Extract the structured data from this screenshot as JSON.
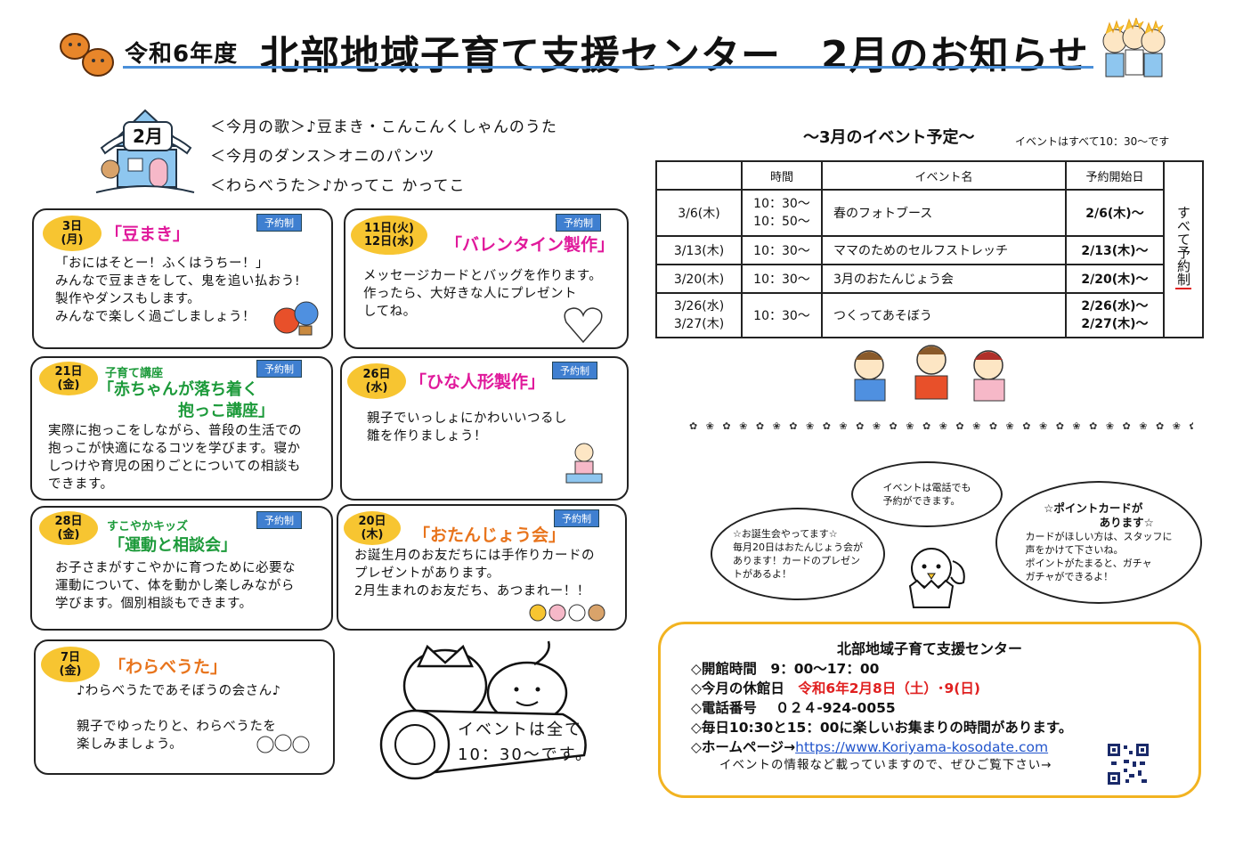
{
  "header": {
    "year_label": "令和6年度",
    "title": "北部地域子育て支援センター　2月のお知らせ"
  },
  "monthly": {
    "month_sign": "2月",
    "song": "＜今月の歌＞♪豆まき・こんこんくしゃんのうた",
    "dance": "＜今月のダンス＞オニのパンツ",
    "warabe": "＜わらべうた＞♪かってこ かってこ"
  },
  "events": [
    {
      "date": "3日\n(月)",
      "title": "「豆まき」",
      "badge": "予約制",
      "body": "「おにはそとー！ふくはうちー！」\nみんなで豆まきをして、鬼を追い払おう!\n製作やダンスもします。\nみんなで楽しく過ごしましょう！"
    },
    {
      "date": "11日(火)\n12日(水)",
      "title": "「バレンタイン製作」",
      "badge": "予約制",
      "body": "メッセージカードとバッグを作ります。\n作ったら、大好きな人にプレゼント\nしてね。"
    },
    {
      "date": "21日\n(金)",
      "subtitle": "子育て講座",
      "title": "「赤ちゃんが落ち着く\n　　　　　抱っこ講座」",
      "badge": "予約制",
      "body": "実際に抱っこをしながら、普段の生活での\n抱っこが快適になるコツを学びます。寝か\nしつけや育児の困りごとについての相談も\nできます。"
    },
    {
      "date": "26日\n(水)",
      "title": "「ひな人形製作」",
      "badge": "予約制",
      "body": "親子でいっしょにかわいいつるし\n雛を作りましょう！"
    },
    {
      "date": "28日\n(金)",
      "subtitle": "すこやかキッズ",
      "title": "「運動と相談会」",
      "badge": "予約制",
      "body": "お子さまがすこやかに育つために必要な\n運動について、体を動かし楽しみながら\n学びます。個別相談もできます。"
    },
    {
      "date": "20日\n(木)",
      "title": "「おたんじょう会」",
      "badge": "予約制",
      "body": "お誕生月のお友だちには手作りカードの\nプレゼントがあります。\n2月生まれのお友だち、あつまれー！！"
    },
    {
      "date": "7日\n(金)",
      "title": "「わらべうた」",
      "body": "♪わらべうたであそぼうの会さん♪\n\n親子でゆったりと、わらべうたを\n楽しみましょう。"
    }
  ],
  "event_all_time": "イベントは全て\n10：30～です。",
  "march": {
    "title": "～3月のイベント予定～",
    "note": "イベントはすべて10：30～です",
    "headers": [
      "",
      "時間",
      "イベント名",
      "予約開始日"
    ],
    "side_label": "すべて予約制",
    "rows": [
      {
        "date": "3/6(木)",
        "time": "10：30～\n10：50～",
        "name": "春のフォトブース",
        "start": "2/6(木)～"
      },
      {
        "date": "3/13(木)",
        "time": "10：30～",
        "name": "ママのためのセルフストレッチ",
        "start": "2/13(木)～"
      },
      {
        "date": "3/20(木)",
        "time": "10：30～",
        "name": "3月のおたんじょう会",
        "start": "2/20(木)～"
      },
      {
        "date": "3/26(水)\n3/27(木)",
        "time": "10：30～",
        "name": "つくってあそぼう",
        "start": "2/26(水)～\n2/27(木)～"
      }
    ]
  },
  "bubbles": {
    "phone": "イベントは電話でも\n予約ができます。",
    "birthday": "☆お誕生会やってます☆\n毎月20日はおたんじょう会が\nあります！カードのプレゼン\nトがあるよ！",
    "point_title": "☆ポイントカードが\n　　　　　あります☆",
    "point_body": "カードがほしい方は、スタッフに\n声をかけて下さいね。\nポイントがたまると、ガチャ\nガチャができるよ！"
  },
  "info": {
    "title": "北部地域子育て支援センター",
    "hours": "◇開館時間　9：00～17：00",
    "closed_label": "◇今月の休館日　",
    "closed_value": "令和6年2月8日（土）･9(日)",
    "phone": "◇電話番号　 ０２４-924-0055",
    "gathering": "◇毎日10:30と15：00に楽しいお集まりの時間があります。",
    "homepage_label": "◇ホームページ→",
    "homepage_url": "https://www.Koriyama-kosodate.com",
    "homepage_note": "イベントの情報など載っていますので、ぜひご覧下さい→"
  },
  "colors": {
    "accent_blue": "#3f7fd0",
    "date_yellow": "#f7c531",
    "pink": "#e0199b",
    "orange": "#e8741c",
    "green": "#1c9a3a",
    "info_border": "#f2b321"
  }
}
